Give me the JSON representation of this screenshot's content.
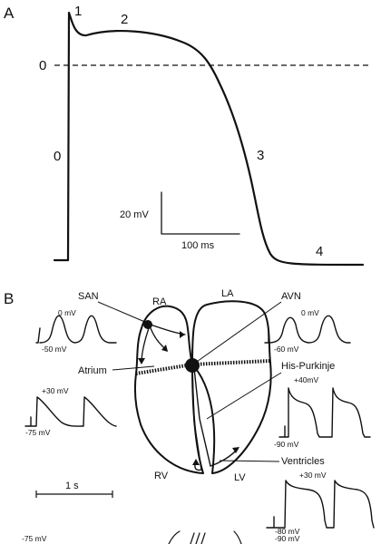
{
  "panelA": {
    "letter": "A",
    "phases": [
      "1",
      "2",
      "0",
      "3",
      "4"
    ],
    "zero_label": "0",
    "scale_voltage": "20 mV",
    "scale_time": "100 ms"
  },
  "panelB": {
    "letter": "B",
    "labels": {
      "san": "SAN",
      "ra": "RA",
      "la": "LA",
      "avn": "AVN",
      "atrium": "Atrium",
      "his_purkinje": "His-Purkinje",
      "ventricles": "Ventricles",
      "rv": "RV",
      "lv": "LV"
    },
    "traces": {
      "san_top": "0 mV",
      "san_bottom": "-50 mV",
      "atrium_top": "+30 mV",
      "atrium_bottom": "-75 mV",
      "avn_top": "0 mV",
      "avn_bottom": "-60 mV",
      "his_top": "+40mV",
      "his_bottom": "-90 mV",
      "vent_top": "+30 mV",
      "vent_bottom": "-90 mV",
      "vent_bottom_overlap": "-80 mV",
      "cut_off_label": "-75 mV"
    },
    "time_scale": "1 s"
  }
}
